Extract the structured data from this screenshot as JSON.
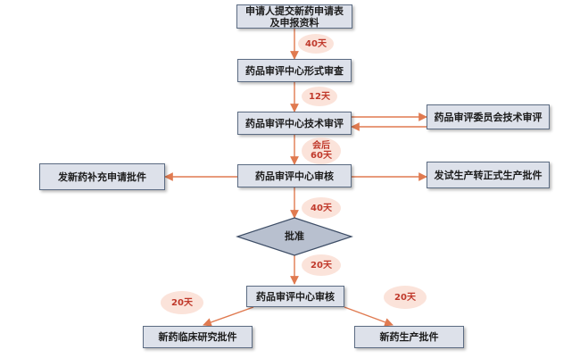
{
  "nodes": {
    "submit": "申请人提交新药申请表\n及申报资料",
    "formal_review": "药品审评中心形式审查",
    "tech_review": "药品审评中心技术审评",
    "committee_review": "药品审评委员会技术审评",
    "review1": "药品审评中心审核",
    "supplement": "发新药补充申请批件",
    "trial_to_formal": "发试生产转正式生产批件",
    "approve": "批准",
    "review2": "药品审评中心审核",
    "clinical": "新药临床研究批件",
    "production": "新药生产批件"
  },
  "durations": {
    "d1": "40天",
    "d2": "12天",
    "d3": "会后\n60天",
    "d4": "40天",
    "d5": "20天",
    "d6": "20天",
    "d7": "20天"
  }
}
